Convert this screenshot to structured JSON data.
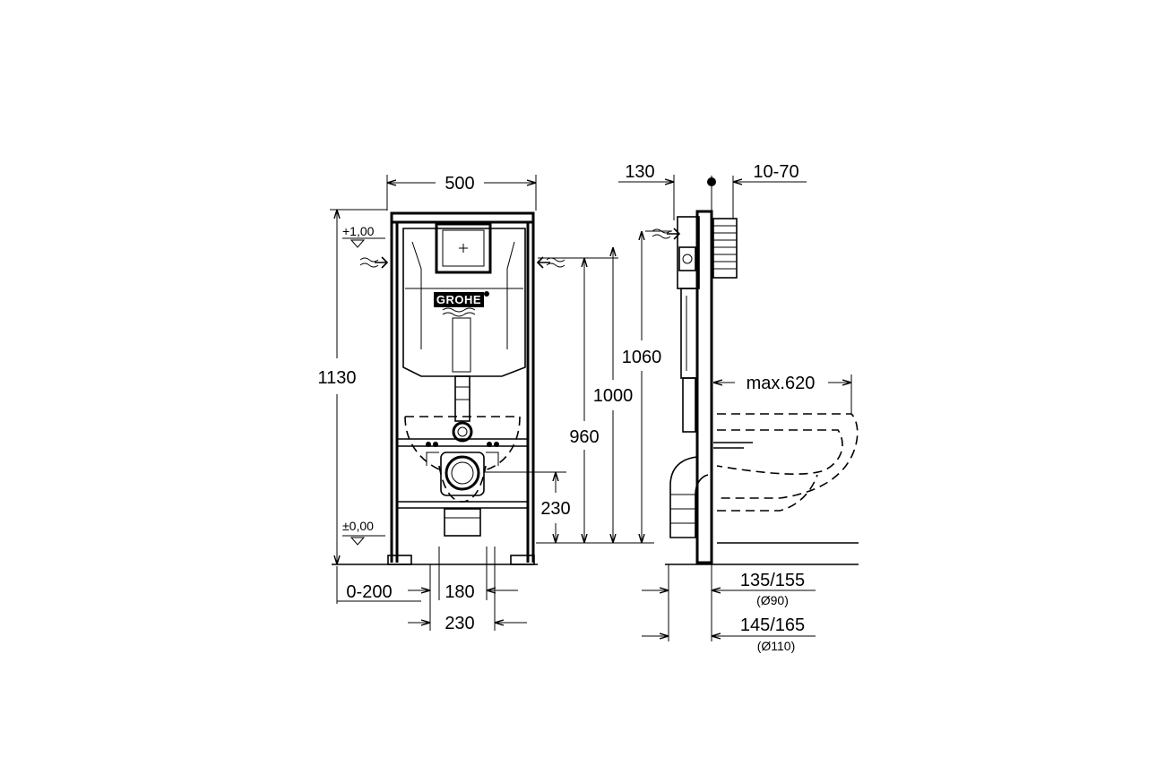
{
  "front_view": {
    "brand_logo": "GROHE",
    "dimensions": {
      "width": "500",
      "total_height": "1130",
      "level_top": "+1,00",
      "level_zero": "±0,00",
      "button_height": "1000",
      "flush_height": "960",
      "drain_height": "230",
      "adjust_range": "0-200",
      "drain_spacing": "180",
      "drain_width": "230"
    }
  },
  "side_view": {
    "dimensions": {
      "depth": "130",
      "wall_cover": "10-70",
      "frame_height": "1060",
      "bowl_projection": "max.620",
      "offset_90": "135/155",
      "dia_90": "(Ø90)",
      "offset_110": "145/165",
      "dia_110": "(Ø110)"
    }
  }
}
